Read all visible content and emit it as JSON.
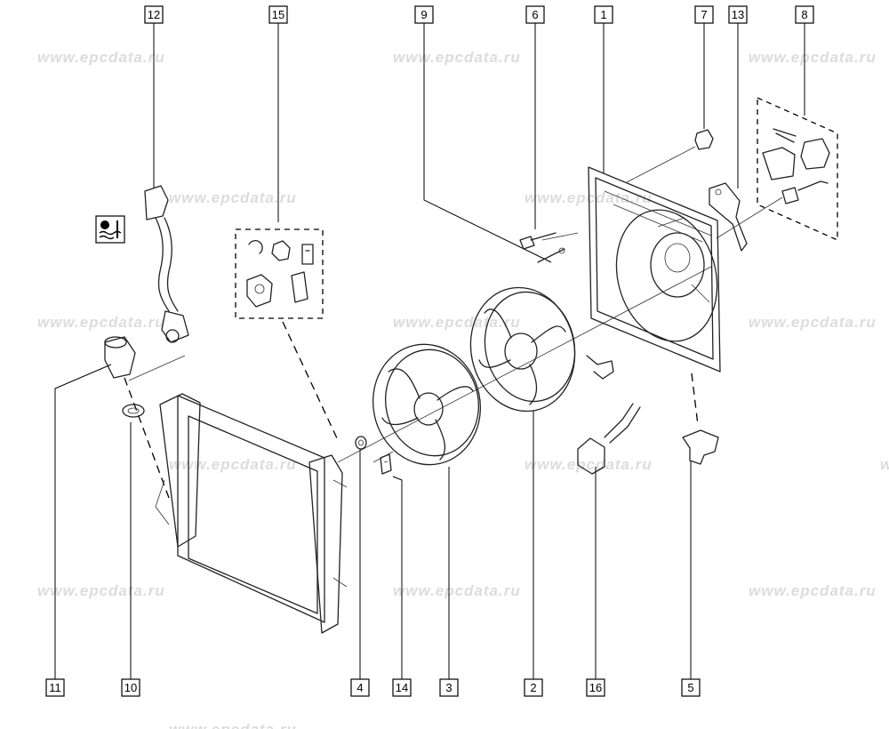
{
  "watermark": "www.epcdata.ru",
  "callouts": [
    {
      "id": "c12",
      "label": "12"
    },
    {
      "id": "c15",
      "label": "15"
    },
    {
      "id": "c9",
      "label": "9"
    },
    {
      "id": "c6",
      "label": "6"
    },
    {
      "id": "c1",
      "label": "1"
    },
    {
      "id": "c7",
      "label": "7"
    },
    {
      "id": "c13",
      "label": "13"
    },
    {
      "id": "c8",
      "label": "8"
    },
    {
      "id": "c11",
      "label": "11"
    },
    {
      "id": "c10",
      "label": "10"
    },
    {
      "id": "c4",
      "label": "4"
    },
    {
      "id": "c14",
      "label": "14"
    },
    {
      "id": "c3",
      "label": "3"
    },
    {
      "id": "c2",
      "label": "2"
    },
    {
      "id": "c16",
      "label": "16"
    },
    {
      "id": "c5",
      "label": "5"
    }
  ]
}
